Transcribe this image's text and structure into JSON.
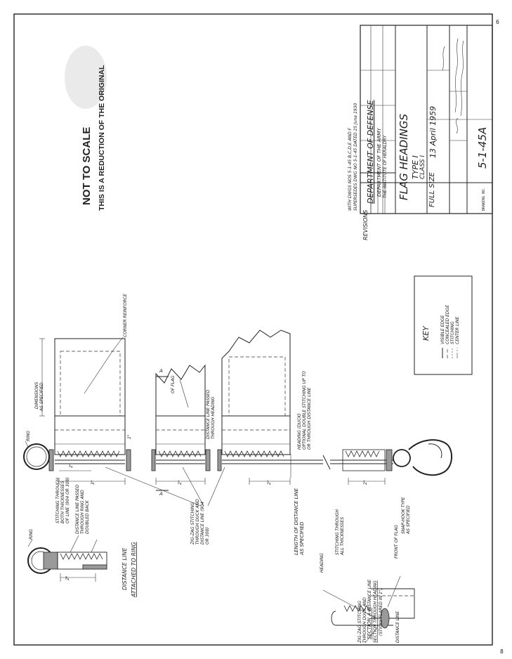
{
  "page_no": "6",
  "page_no_bottom": "8",
  "stamp": {
    "line1": "NOT TO SCALE",
    "line2": "THIS IS A REDUCTION OF THE ORIGINAL"
  },
  "title_block": {
    "department": "DEPARTMENT OF DEFENSE",
    "office1": "DEPARTMENT OF THE ARMY",
    "office2": "THE INSTITUTE OF HERALDRY",
    "title": "FLAG HEADINGS",
    "type": "TYPE I",
    "class": "CLASS I",
    "scale": "FULL SIZE",
    "date": "13 April 1959",
    "drawing_no_label": "DRAWING NO.",
    "drawing_no": "5-1-45A",
    "revisions_label": "REVISIONS",
    "note_line1": "WITH DWGS NOS 5-1-45 B,C,D,E AND F",
    "note_line2": "SUPERSEDES DWG NO 5-1-45   DATED 25 June 1930"
  },
  "key": {
    "title": "KEY",
    "items": [
      "VISIBLE EDGE",
      "CONCEALED EDGE",
      "STITCHING",
      "CENTER LINE"
    ]
  },
  "labels": {
    "ring": "RING",
    "ring2": "RING",
    "stitch_through": "STITCHING THROUGH",
    "stitch_through2": "BOTH THICKNESSES",
    "stitch_through3": "OF LINE (904 OR 308)",
    "dist_line_passed": "DISTANCE LINE PASSED",
    "dist_line_passed2": "THROUGH RING AND",
    "dist_line_passed3": "DOUBLED BACK",
    "distance_line": "DISTANCE LINE",
    "attached_to_ring": "ATTACHED TO RING",
    "dims_as_specified": "DIMENSIONS",
    "dims_as_specified2": "AS SPECIFIED",
    "corner_reinforce": "CORNER REINFORCE",
    "of_flag": "OF FLAG",
    "dist_line_passed_heading": "DISTANCE LINE PASSED",
    "dist_line_passed_heading2": "THROUGH HEADING",
    "zigzag": "ZIG-ZAG STITCHING",
    "zigzag2": "THROUGH DUCK AND",
    "zigzag3": "DISTANCE LINE (904",
    "zigzag4": "OR 308)",
    "length_dist": "LENGTH OF DISTANCE LINE",
    "length_dist2": "AS SPECIFIED",
    "heading_duck": "HEADING (DUCK)",
    "heading_duck2": "OPTIONAL DOUBLE STITCHING UP TO",
    "heading_duck3": "OR THROUGH DISTANCE LINE",
    "snap_hook": "SNAP-HOOK TYPE",
    "snap_hook2": "AS SPECIFIED",
    "heading": "HEADING",
    "stitch_all": "STITCHING THROUGH",
    "stitch_all2": "ALL THICKNESSES",
    "front_of_flag": "FRONT OF FLAG",
    "section_aa": "SECTION A-A",
    "section_aa2": "SECTION THROUGH HEADING",
    "section_aa3": "(STICKS FLARED IN 1\")",
    "zigzag_b": "ZIG-ZAG STITCHING",
    "zigzag_b2": "THROUGH DUCK AND",
    "zigzag_b3": "DISTANCE LINE",
    "distance_line_b": "DISTANCE LINE",
    "dim_2": "2\"",
    "dim_3": "3\"",
    "dim_1": "1\"",
    "section_a": "A"
  }
}
